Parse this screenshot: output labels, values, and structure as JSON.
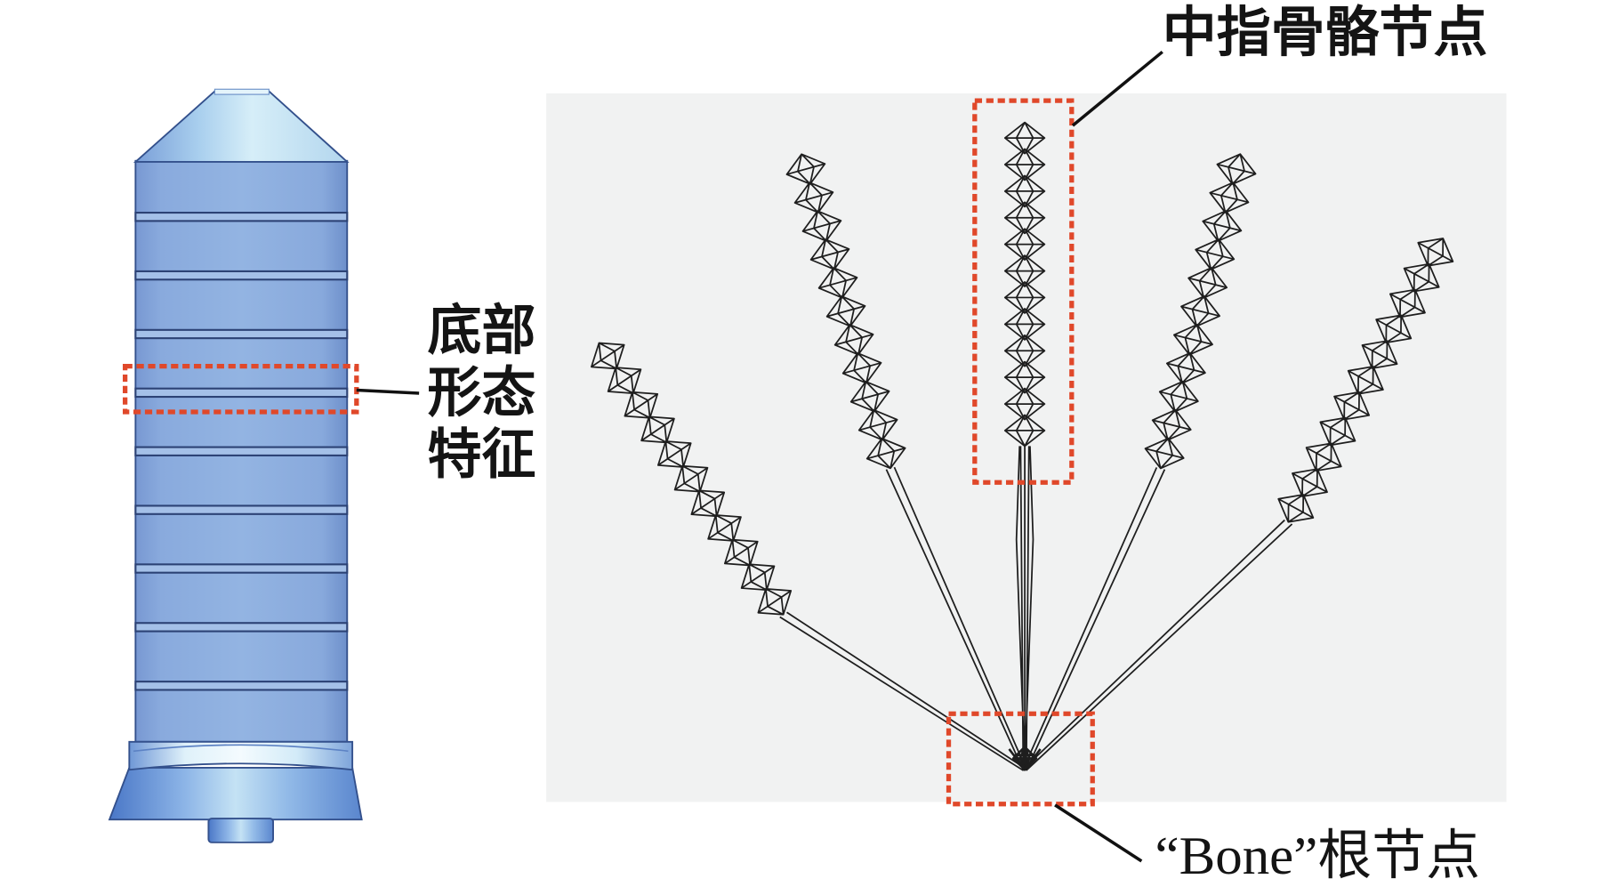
{
  "labels": {
    "middle_finger_nodes": "中指骨骼节点",
    "bottom_feature_lines": [
      "底部",
      "形态",
      "特征"
    ],
    "root_node": "“Bone”根节点"
  },
  "colors": {
    "highlight_box": "#e0482a",
    "model_body": "#8fb0e0",
    "panel_background": "#f1f2f2",
    "bone_wire": "#1e1e1e"
  }
}
